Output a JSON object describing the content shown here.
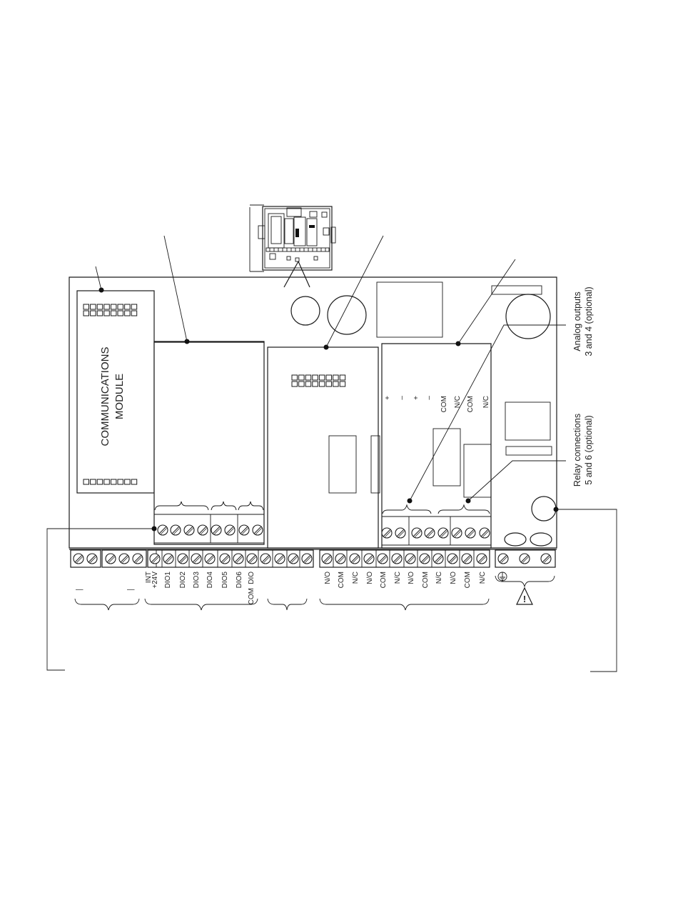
{
  "module_label": {
    "line1": "COMMUNICATIONS",
    "line2": "MODULE"
  },
  "analog_label": {
    "line1": "Analog outputs",
    "line2": "3 and 4 (optional)"
  },
  "relay_label": {
    "line1": "Relay connections",
    "line2": "5 and 6 (optional)"
  },
  "analog_card_labels": [
    "+",
    "–",
    "+",
    "–",
    "COM",
    "N/C",
    "COM",
    "N/C"
  ],
  "dio_labels": [
    "INT +24V",
    "DIO1",
    "DIO2",
    "DIO3",
    "DIO4",
    "DIO5",
    "DIO6",
    "DIO COM"
  ],
  "relay_labels": [
    "N/O",
    "COM",
    "N/C",
    "N/O",
    "COM",
    "N/C",
    "N/O",
    "COM",
    "N/C",
    "N/O",
    "COM",
    "N/C"
  ],
  "left_marks": [
    "—",
    "—"
  ],
  "ground_symbol": "⏚",
  "warning_symbol": "!"
}
